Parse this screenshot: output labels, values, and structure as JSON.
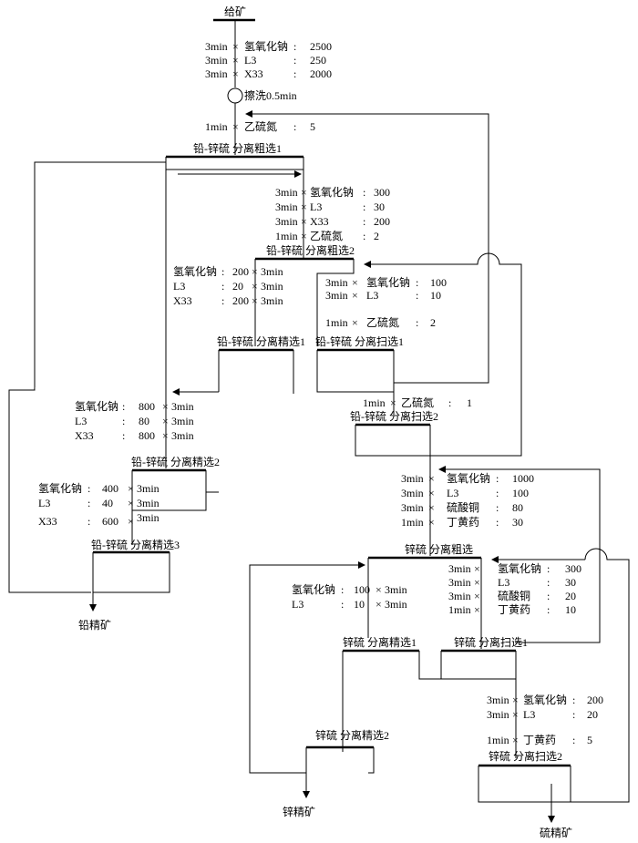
{
  "feed": {
    "label": "给矿"
  },
  "scrub": {
    "label": "擦洗0.5min"
  },
  "products": {
    "lead": "铅精矿",
    "zinc": "锌精矿",
    "sulfur": "硫精矿"
  },
  "ops": [
    {
      "id": "r1",
      "label": "铅-锌硫 分离粗选1"
    },
    {
      "id": "r2",
      "label": "铅-锌硫 分离粗选2"
    },
    {
      "id": "c1",
      "label": "铅-锌硫 分离精选1"
    },
    {
      "id": "s1",
      "label": "铅-锌硫 分离扫选1"
    },
    {
      "id": "s2",
      "label": "铅-锌硫 分离扫选2"
    },
    {
      "id": "c2",
      "label": "铅-锌硫 分离精选2"
    },
    {
      "id": "c3",
      "label": "铅-锌硫 分离精选3"
    },
    {
      "id": "zr",
      "label": "锌硫 分离粗选"
    },
    {
      "id": "zc1",
      "label": "锌硫 分离精选1"
    },
    {
      "id": "zs1",
      "label": "锌硫 分离扫选1"
    },
    {
      "id": "zc2",
      "label": "锌硫 分离精选2"
    },
    {
      "id": "zs2",
      "label": "锌硫 分离扫选2"
    }
  ],
  "reagent_groups": [
    {
      "id": "g_feed",
      "rows": [
        {
          "time": "3min",
          "name": "氢氧化钠",
          "dose": "2500"
        },
        {
          "time": "3min",
          "name": "L3",
          "dose": "250"
        },
        {
          "time": "3min",
          "name": "X33",
          "dose": "2000"
        }
      ]
    },
    {
      "id": "g_r1",
      "rows": [
        {
          "time": "1min",
          "name": "乙硫氮",
          "dose": "5"
        }
      ]
    },
    {
      "id": "g_r2",
      "rows": [
        {
          "time": "3min",
          "name": "氢氧化钠",
          "dose": "300"
        },
        {
          "time": "3min",
          "name": "L3",
          "dose": "30"
        },
        {
          "time": "3min",
          "name": "X33",
          "dose": "200"
        },
        {
          "time": "1min",
          "name": "乙硫氮",
          "dose": "2"
        }
      ]
    },
    {
      "id": "g_c1",
      "rows": [
        {
          "time": "3min",
          "name": "氢氧化钠",
          "dose": "200"
        },
        {
          "time": "3min",
          "name": "L3",
          "dose": "20"
        },
        {
          "time": "3min",
          "name": "X33",
          "dose": "200"
        }
      ]
    },
    {
      "id": "g_s1",
      "rows": [
        {
          "time": "3min",
          "name": "氢氧化钠",
          "dose": "100"
        },
        {
          "time": "3min",
          "name": "L3",
          "dose": "10"
        },
        {
          "time": "1min",
          "name": "乙硫氮",
          "dose": "2"
        }
      ]
    },
    {
      "id": "g_s2",
      "rows": [
        {
          "time": "1min",
          "name": "乙硫氮",
          "dose": "1"
        }
      ]
    },
    {
      "id": "g_c2",
      "rows": [
        {
          "time": "3min",
          "name": "氢氧化钠",
          "dose": "800"
        },
        {
          "time": "3min",
          "name": "L3",
          "dose": "80"
        },
        {
          "time": "3min",
          "name": "X33",
          "dose": "800"
        }
      ]
    },
    {
      "id": "g_c3",
      "rows": [
        {
          "time": "3min",
          "name": "氢氧化钠",
          "dose": "400"
        },
        {
          "time": "3min",
          "name": "L3",
          "dose": "40"
        },
        {
          "time": "3min",
          "name": "X33",
          "dose": "600"
        }
      ]
    },
    {
      "id": "g_zr",
      "rows": [
        {
          "time": "3min",
          "name": "氢氧化钠",
          "dose": "1000"
        },
        {
          "time": "3min",
          "name": "L3",
          "dose": "100"
        },
        {
          "time": "3min",
          "name": "硫酸铜",
          "dose": "80"
        },
        {
          "time": "1min",
          "name": "丁黄药",
          "dose": "30"
        }
      ]
    },
    {
      "id": "g_zs1",
      "rows": [
        {
          "time": "3min",
          "name": "氢氧化钠",
          "dose": "300"
        },
        {
          "time": "3min",
          "name": "L3",
          "dose": "30"
        },
        {
          "time": "3min",
          "name": "硫酸铜",
          "dose": "20"
        },
        {
          "time": "1min",
          "name": "丁黄药",
          "dose": "10"
        }
      ]
    },
    {
      "id": "g_zc1",
      "rows": [
        {
          "time": "3min",
          "name": "氢氧化钠",
          "dose": "100"
        },
        {
          "time": "3min",
          "name": "L3",
          "dose": "10"
        }
      ]
    },
    {
      "id": "g_zs2",
      "rows": [
        {
          "time": "3min",
          "name": "氢氧化钠",
          "dose": "200"
        },
        {
          "time": "3min",
          "name": "L3",
          "dose": "20"
        },
        {
          "time": "1min",
          "name": "丁黄药",
          "dose": "5"
        }
      ]
    }
  ]
}
